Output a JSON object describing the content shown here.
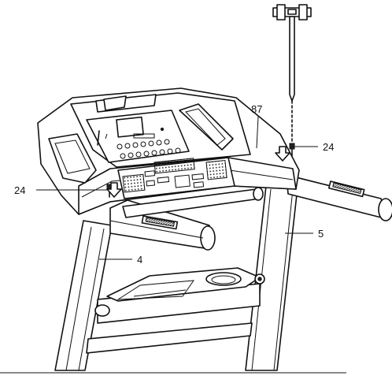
{
  "diagram": {
    "callouts": [
      {
        "id": "console",
        "label": "87"
      },
      {
        "id": "bolt-right",
        "label": "24"
      },
      {
        "id": "bolt-left",
        "label": "24"
      },
      {
        "id": "upright-right",
        "label": "5"
      },
      {
        "id": "upright-left",
        "label": "4"
      }
    ]
  }
}
